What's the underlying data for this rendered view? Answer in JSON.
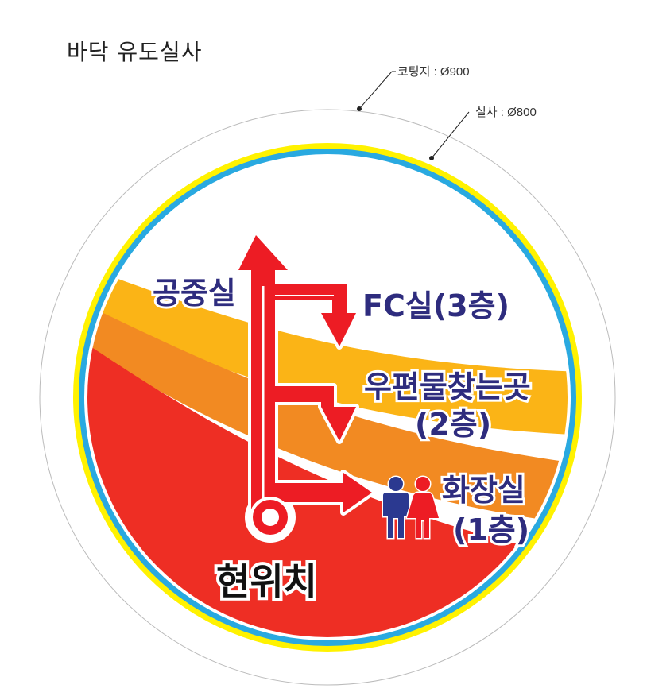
{
  "title": "바닥 유도실사",
  "dimensions": {
    "coating_label": "코팅지 : Ø900",
    "print_label": "실사 : Ø800"
  },
  "destinations": {
    "left_label": "공중실",
    "fc_label": "FC실(3층)",
    "post_line1": "우편물찾는곳",
    "post_line2": "(2층)",
    "toilet_line1": "화장실",
    "toilet_line2": "(1층)",
    "current_label": "현위치"
  },
  "icons": [
    "male-person-icon",
    "female-person-icon"
  ],
  "colors": {
    "red": "#ee2e24",
    "orange": "#f28a22",
    "amber": "#fbb416",
    "blue_ring": "#29a9e0",
    "yellow_ring": "#fff200",
    "arrow_red": "#ed1c24",
    "navy_text": "#2e2c7e",
    "male_blue": "#2b3990",
    "female_red": "#ed1c24"
  }
}
